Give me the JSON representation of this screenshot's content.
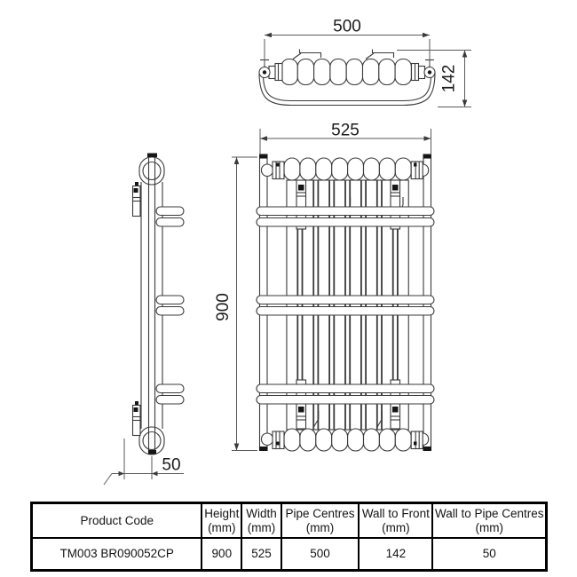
{
  "drawing": {
    "top_view": {
      "pipe_centres_label": "500",
      "wall_to_front_label": "142"
    },
    "front_view": {
      "width_label": "525",
      "height_label": "900"
    },
    "side_view": {
      "wall_to_pipe_label": "50"
    }
  },
  "table": {
    "headers": [
      {
        "line1": "Product Code",
        "line2": ""
      },
      {
        "line1": "Height",
        "line2": "(mm)"
      },
      {
        "line1": "Width",
        "line2": "(mm)"
      },
      {
        "line1": "Pipe Centres",
        "line2": "(mm)"
      },
      {
        "line1": "Wall to Front",
        "line2": "(mm)"
      },
      {
        "line1": "Wall to Pipe Centres",
        "line2": "(mm)"
      }
    ],
    "row": {
      "product_code": "TM003 BR090052CP",
      "height": "900",
      "width": "525",
      "pipe_centres": "500",
      "wall_to_front": "142",
      "wall_to_pipe_centres": "50"
    }
  },
  "colors": {
    "line": "#3a3a3a",
    "background": "#ffffff",
    "table_border": "#000000"
  }
}
